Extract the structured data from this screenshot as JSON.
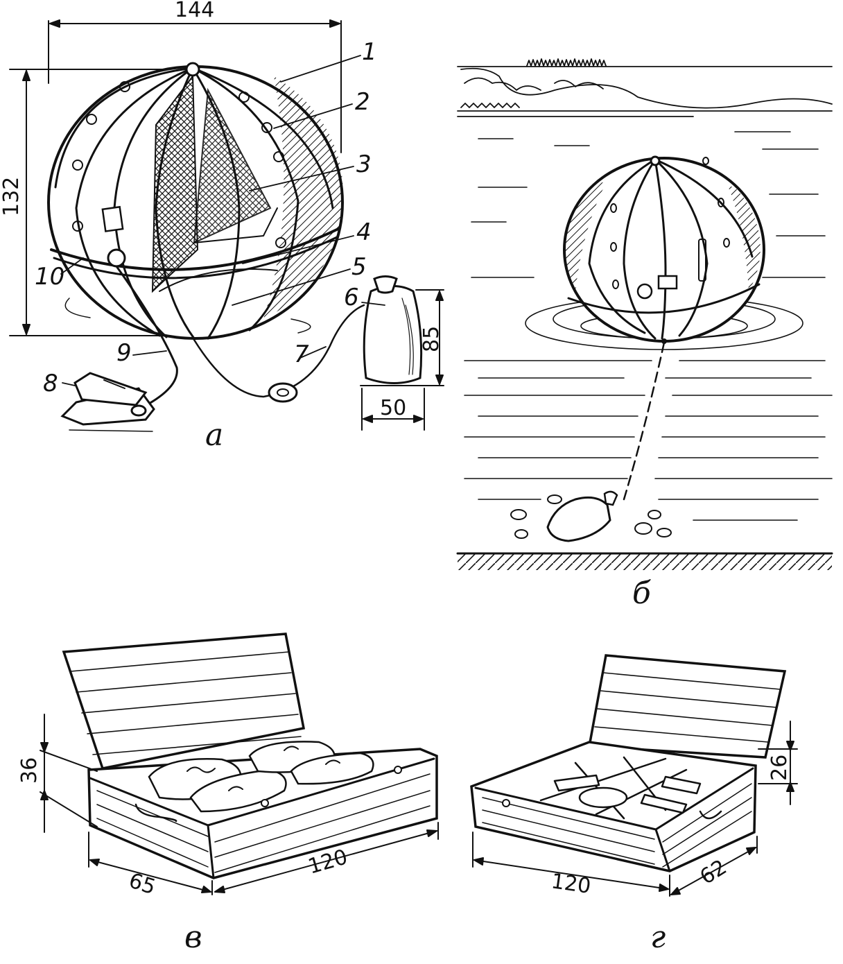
{
  "callouts": [
    "1",
    "2",
    "3",
    "4",
    "5",
    "6",
    "7",
    "8",
    "9",
    "10"
  ],
  "panels": {
    "a": "а",
    "b": "б",
    "v": "в",
    "g": "г"
  },
  "dimensions": {
    "sphere_width": "144",
    "sphere_height": "132",
    "bag_height": "85",
    "bag_width": "50",
    "box_v_height": "36",
    "box_v_depth": "65",
    "box_v_length": "120",
    "box_g_length": "120",
    "box_g_depth": "62",
    "box_g_height": "26"
  }
}
